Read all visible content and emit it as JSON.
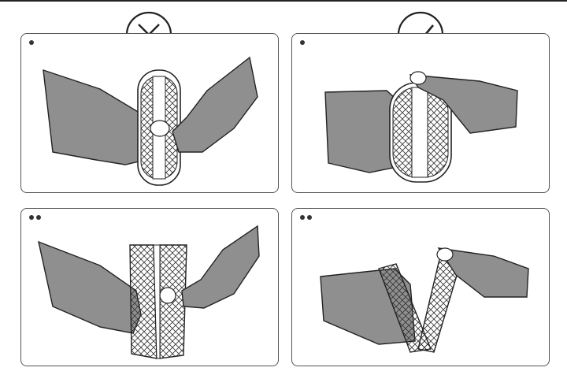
{
  "title": "",
  "badges": [
    {
      "icon": "cross-mark-icon",
      "meaning": "incorrect"
    },
    {
      "icon": "check-mark-icon",
      "meaning": "correct"
    }
  ],
  "panels": [
    {
      "id": "wrong-step-1",
      "dots": 1,
      "action": "pull-from-middle"
    },
    {
      "id": "right-step-1",
      "dots": 1,
      "action": "lift-from-top"
    },
    {
      "id": "wrong-step-2",
      "dots": 2,
      "action": "pull-from-middle"
    },
    {
      "id": "right-step-2",
      "dots": 2,
      "action": "lift-from-top"
    }
  ],
  "colors": {
    "skin": "#8f8f8f",
    "outline": "#222222",
    "pad": "#ffffff"
  }
}
